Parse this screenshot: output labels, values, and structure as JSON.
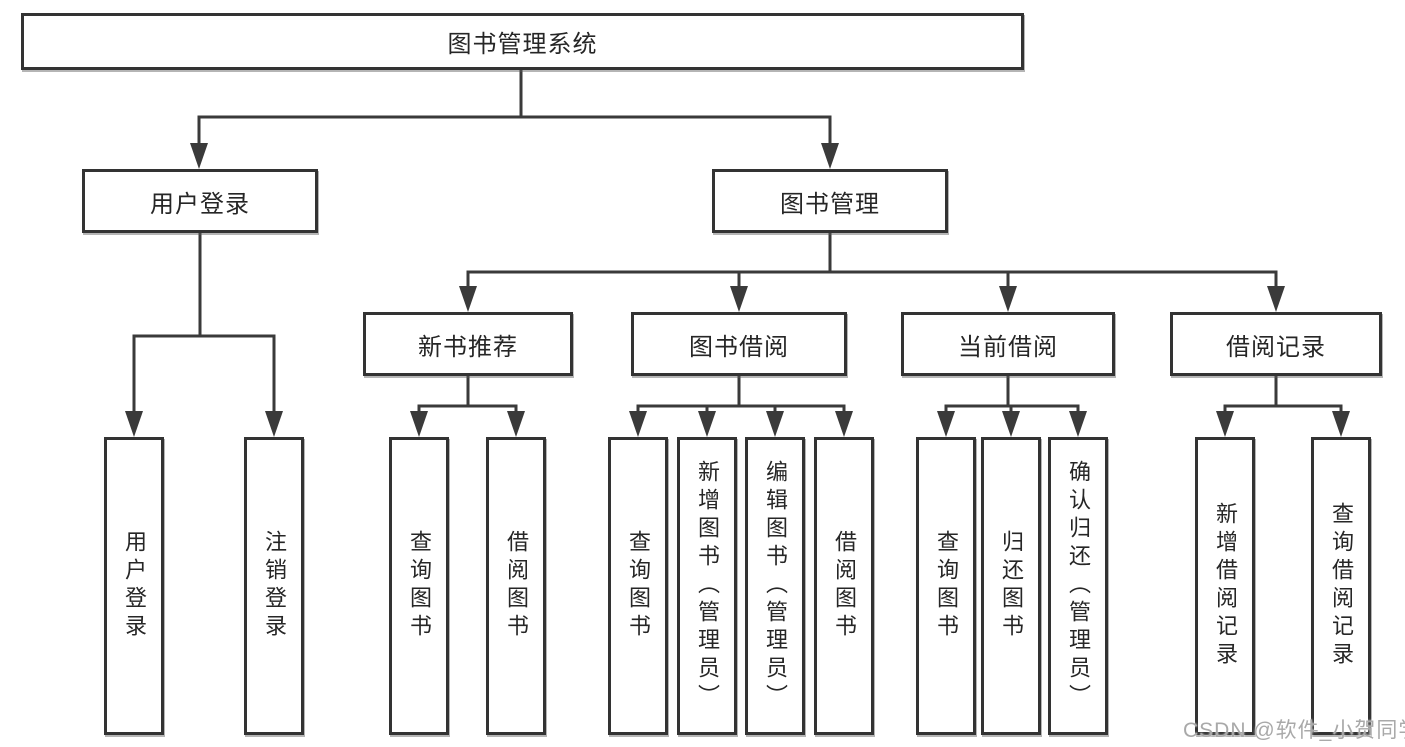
{
  "root": {
    "label": "图书管理系统"
  },
  "level2": [
    {
      "label": "用户登录"
    },
    {
      "label": "图书管理"
    }
  ],
  "level3": [
    {
      "label": "新书推荐"
    },
    {
      "label": "图书借阅"
    },
    {
      "label": "当前借阅"
    },
    {
      "label": "借阅记录"
    }
  ],
  "leaves": {
    "user_login": [
      "用户登录",
      "注销登录"
    ],
    "new_book_rec": [
      "查询图书",
      "借阅图书"
    ],
    "book_borrow": [
      "查询图书",
      "新增图书（管理员）",
      "编辑图书（管理员）",
      "借阅图书"
    ],
    "current_borrow": [
      "查询图书",
      "归还图书",
      "确认归还（管理员）"
    ],
    "borrow_records": [
      "新增借阅记录",
      "查询借阅记录"
    ]
  },
  "watermark": {
    "text": "CSDN @软件_小贺同学"
  },
  "colors": {
    "line": "#3a3a3a",
    "box_border": "#333333",
    "text": "#262626",
    "watermark": "#a9a9a9",
    "background": "#ffffff"
  }
}
